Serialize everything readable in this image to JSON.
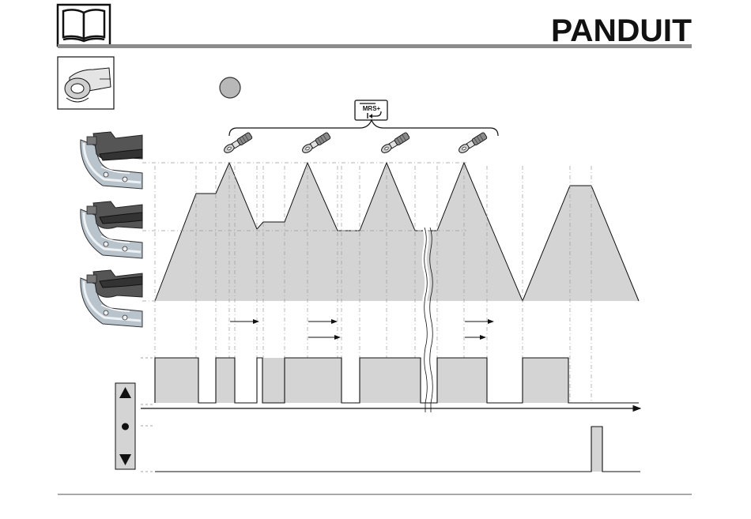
{
  "header": {
    "brand_logo": "PANDUIT",
    "manual_icon": "open-book-icon"
  },
  "mode_badge": {
    "icon": "mrs-return-icon",
    "label": "MRS+"
  },
  "step_marker": {
    "icon": "gray-circle-marker"
  },
  "colors": {
    "rule": "#8c8c8c",
    "fill": "#d4d4d4",
    "line": "#111111",
    "guide": "#9a9a9a",
    "badge_border": "#333333"
  },
  "buttons": {
    "up": "up-triangle-icon",
    "stop": "dot-icon",
    "down": "down-triangle-icon"
  }
}
